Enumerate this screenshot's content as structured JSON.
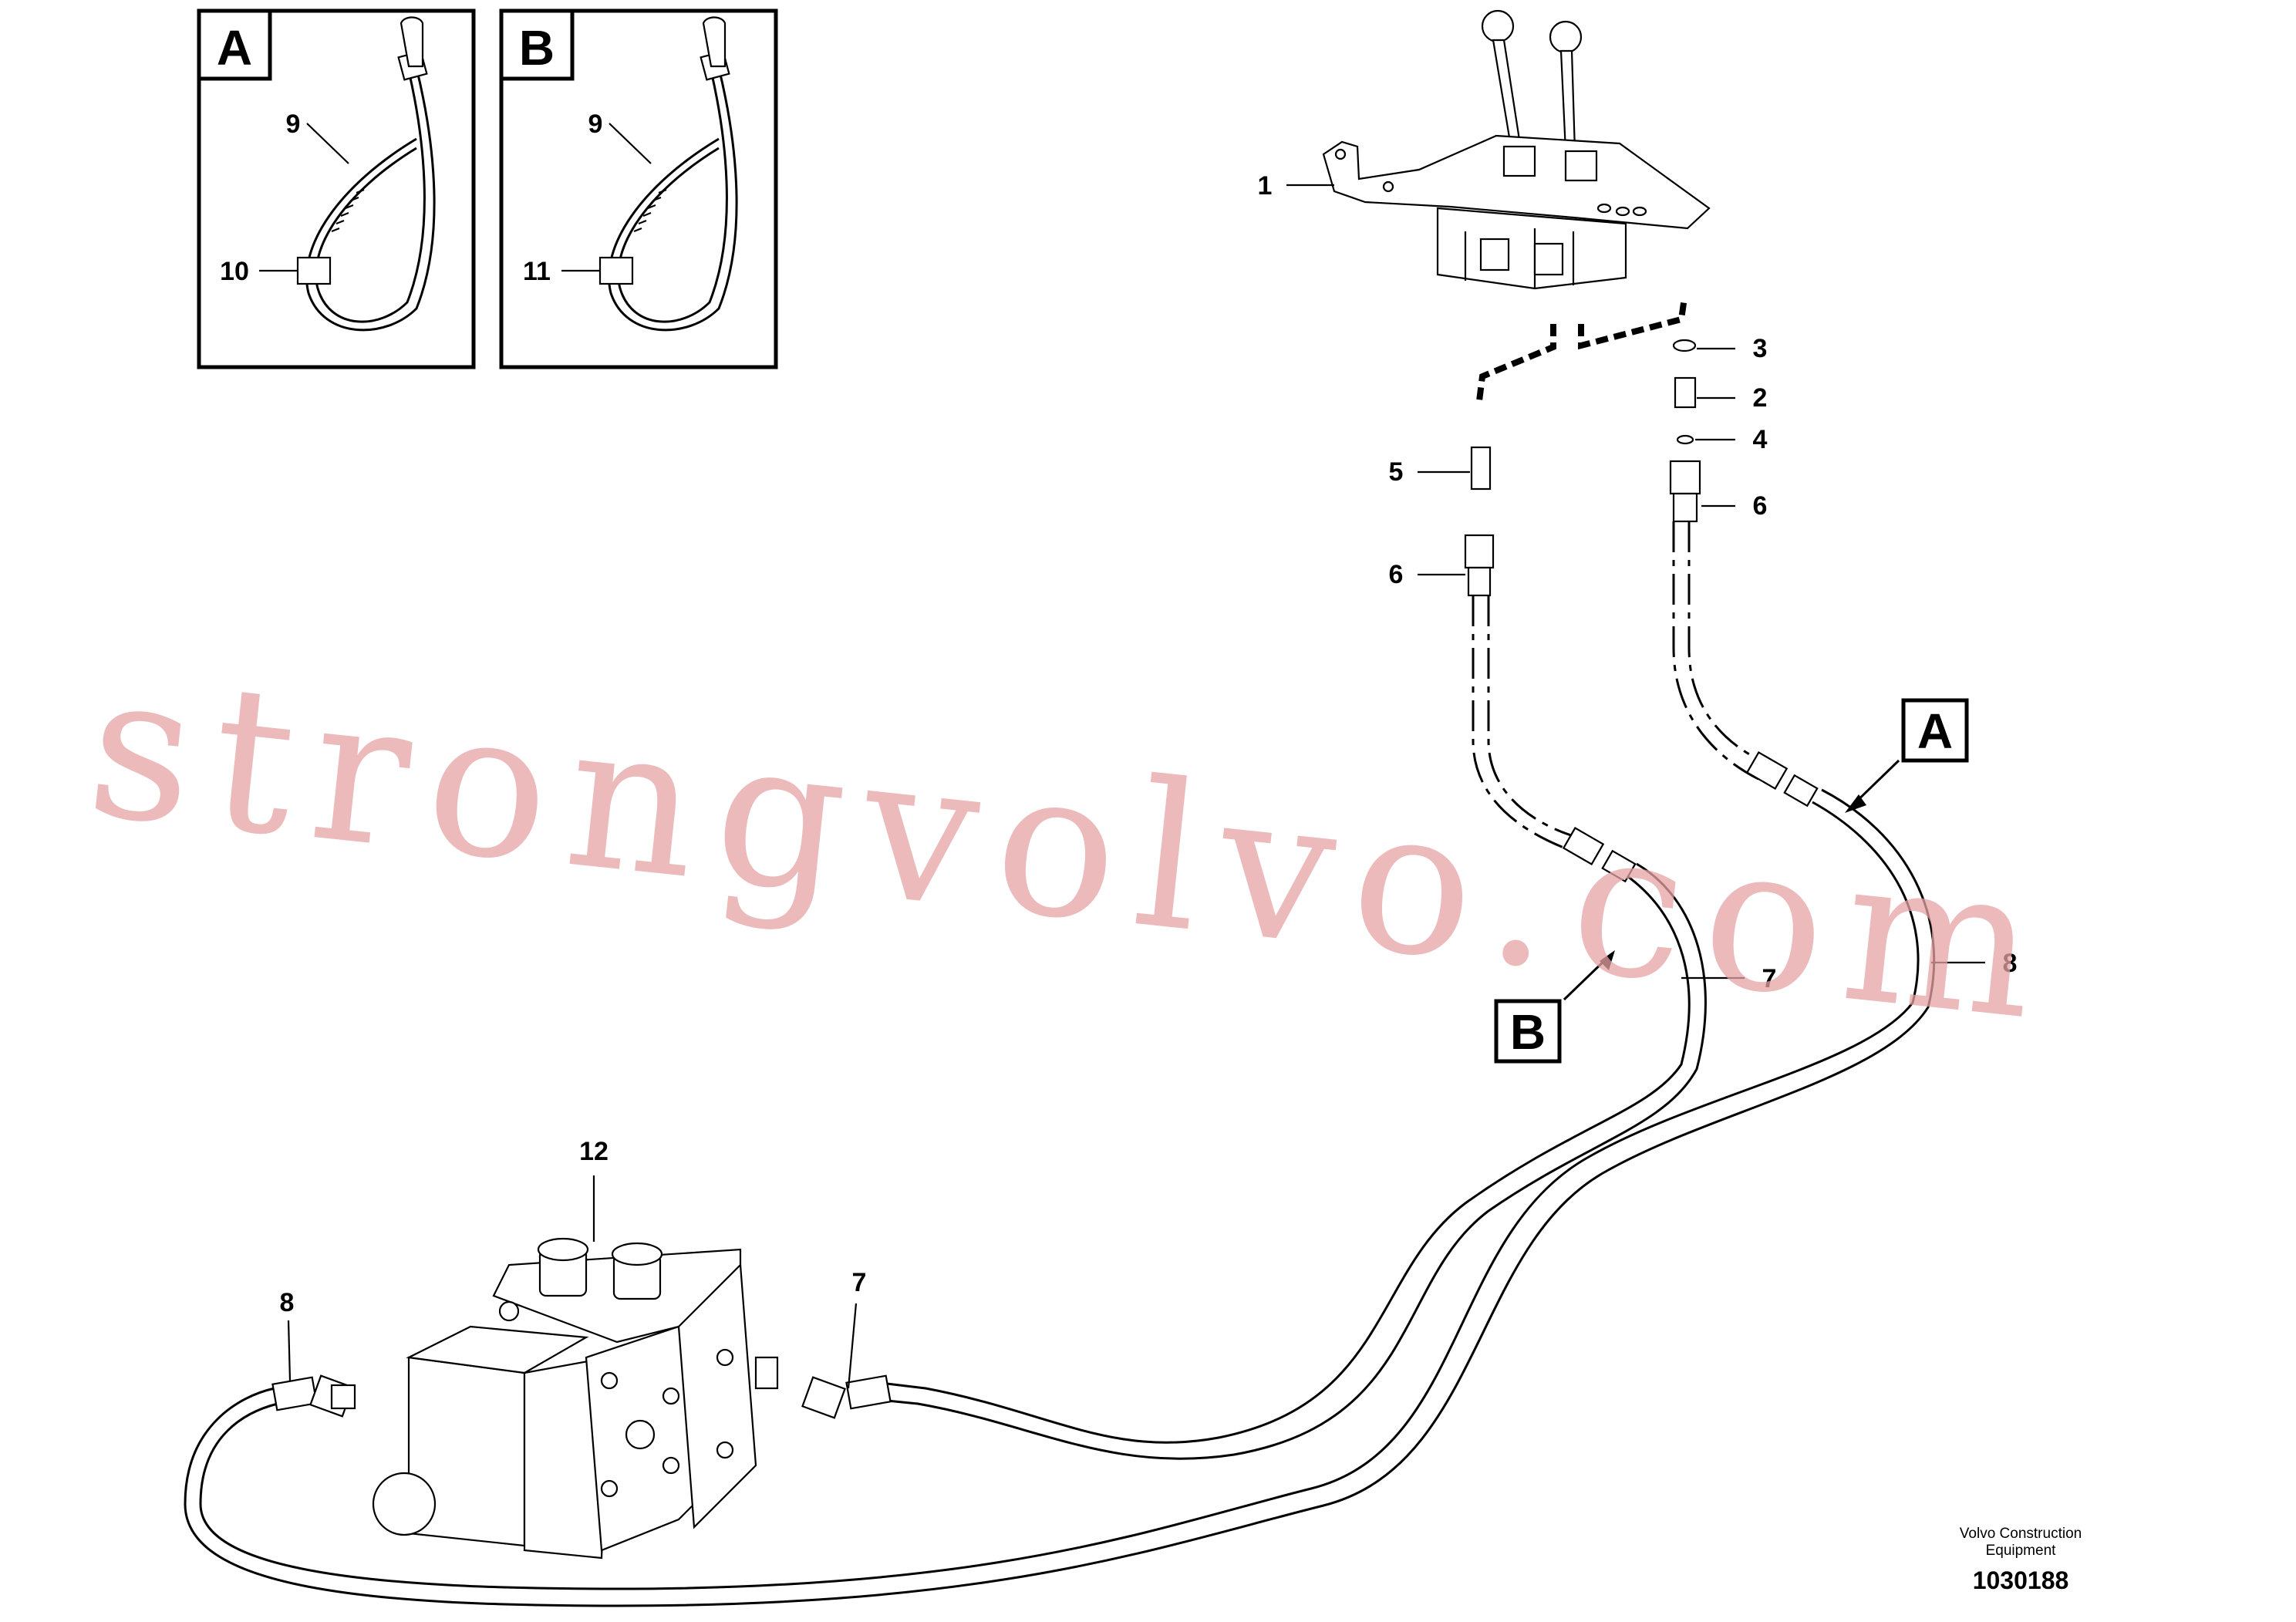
{
  "detail_views": [
    {
      "id": "A",
      "tie_label": "9",
      "clip_label": "10"
    },
    {
      "id": "B",
      "tie_label": "9",
      "clip_label": "11"
    }
  ],
  "callouts": {
    "lever_unit": "1",
    "nipple_right": "2",
    "washer": "3",
    "o_ring": "4",
    "nipple_left": "5",
    "hose_end_left": "6",
    "hose_end_right": "6",
    "hose_7_upper": "7",
    "hose_7_lower": "7",
    "hose_8_upper": "8",
    "hose_8_lower": "8",
    "valve": "12"
  },
  "view_markers": {
    "a": "A",
    "b": "B"
  },
  "footer": {
    "company_line1": "Volvo Construction",
    "company_line2": "Equipment",
    "drawing_number": "1030188"
  },
  "watermark": "strongvolvo.com"
}
